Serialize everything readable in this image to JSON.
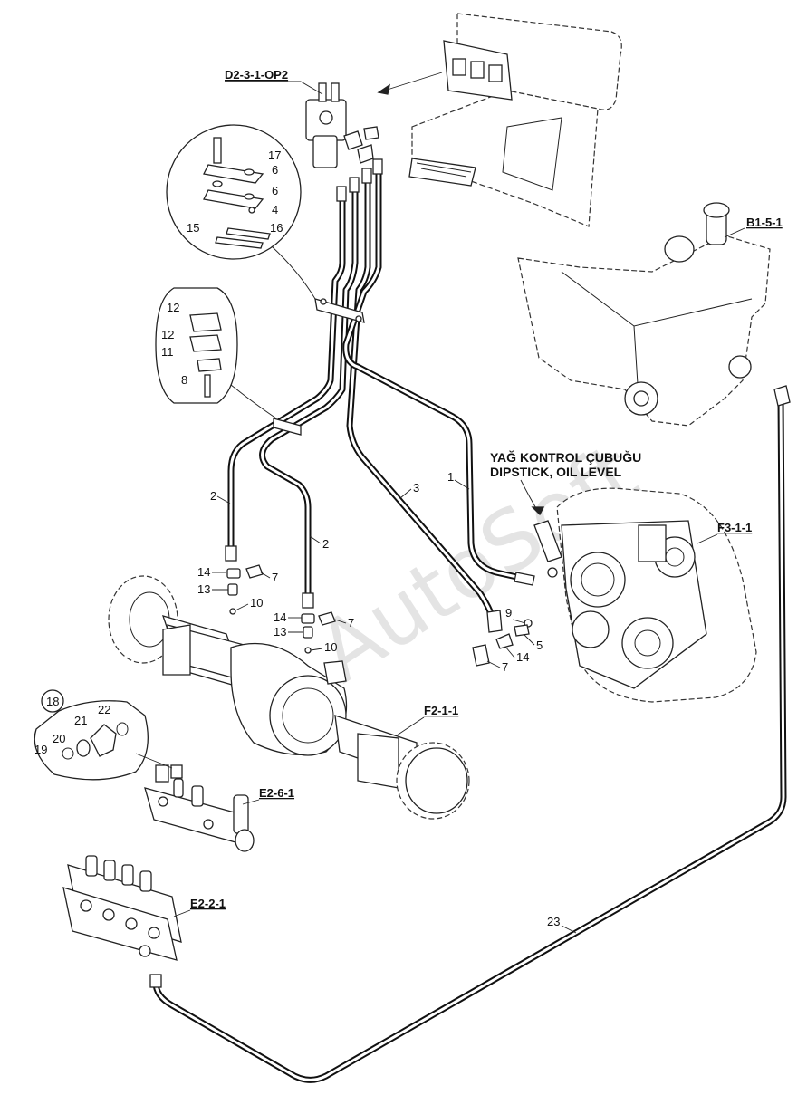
{
  "refs": {
    "valve": "D2-3-1-OP2",
    "tank": "B1-5-1",
    "transmission": "F3-1-1",
    "axle": "F2-1-1",
    "manifold": "E2-6-1",
    "control_valve": "E2-2-1"
  },
  "note": {
    "line1": "YAĞ KONTROL ÇUBUĞU",
    "line2": "DIPSTICK, OIL LEVEL"
  },
  "watermark": "AutoSoft",
  "callouts": {
    "c17": "17",
    "c6a": "6",
    "c6b": "6",
    "c4": "4",
    "c15": "15",
    "c16": "16",
    "c12a": "12",
    "c12b": "12",
    "c11": "11",
    "c8": "8",
    "c2a": "2",
    "c2b": "2",
    "c3": "3",
    "c1": "1",
    "c14a": "14",
    "c13a": "13",
    "c7a": "7",
    "c10a": "10",
    "c14b": "14",
    "c13b": "13",
    "c7b": "7",
    "c10b": "10",
    "c9": "9",
    "c5": "5",
    "c14c": "14",
    "c7c": "7",
    "c18": "18",
    "c21": "21",
    "c22": "22",
    "c20": "20",
    "c19": "19",
    "c23": "23"
  }
}
